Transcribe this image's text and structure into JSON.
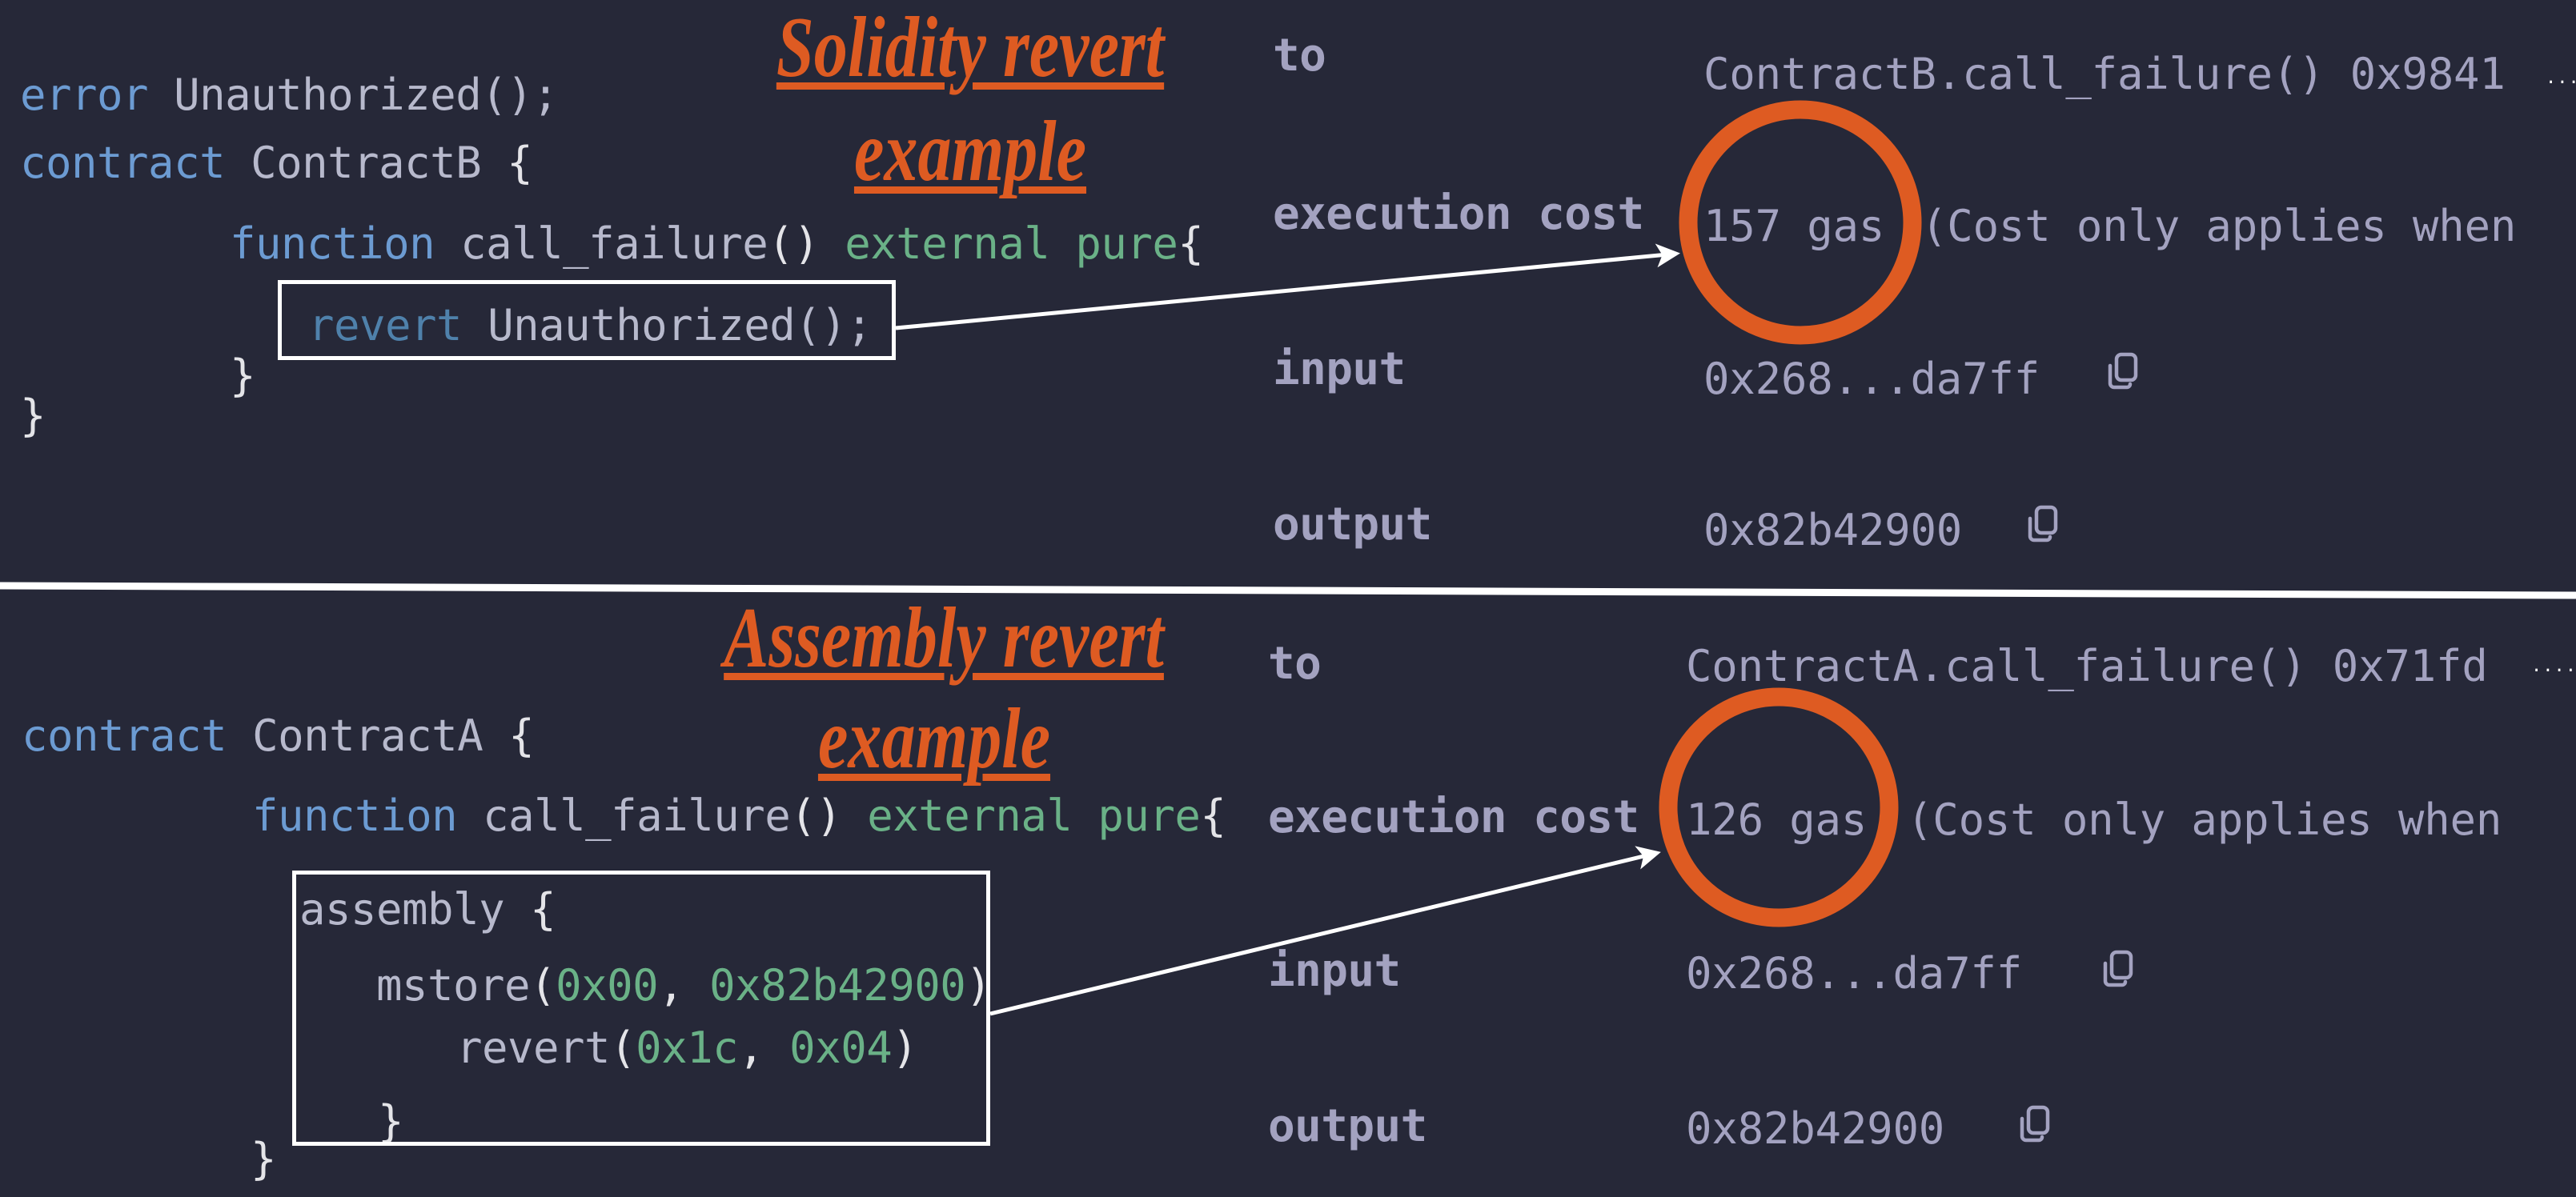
{
  "colors": {
    "background": "#262838",
    "accent_orange": "#DE5B22",
    "keyword_blue": "#6C9BD2",
    "modifier_green": "#6AB187",
    "label_gray": "#A3A2C0",
    "annotation_white": "#FFFFFF"
  },
  "top_panel": {
    "title_line1": "Solidity revert",
    "title_line2": "example",
    "code": {
      "line1": {
        "keyword": "error",
        "rest": " Unauthorized();"
      },
      "line2": {
        "keyword": "contract",
        "name": " ContractB ",
        "brace": "{"
      },
      "line3": {
        "keyword": "function",
        "name": " call_failure",
        "parens": "()",
        "modifiers": " external pure",
        "brace": "{"
      },
      "line4": {
        "keyword": "revert",
        "rest": " Unauthorized();"
      },
      "line5": {
        "brace": "}"
      },
      "line6": {
        "brace": "}"
      }
    },
    "details": {
      "to": {
        "label": "to",
        "value": "ContractB.call_failure() 0x9841"
      },
      "execution_cost": {
        "label": "execution cost",
        "value": "157 gas",
        "note": "(Cost only applies when"
      },
      "input": {
        "label": "input",
        "value": "0x268...da7ff"
      },
      "output": {
        "label": "output",
        "value": "0x82b42900"
      }
    },
    "highlight": "157 gas"
  },
  "bottom_panel": {
    "title_line1": "Assembly revert",
    "title_line2": "example",
    "code": {
      "line1": {
        "keyword": "contract",
        "name": " ContractA ",
        "brace": "{"
      },
      "line2": {
        "keyword": "function",
        "name": " call_failure",
        "parens": "()",
        "modifiers": " external pure",
        "brace": "{"
      },
      "line3": {
        "text": "assembly ",
        "brace": "{"
      },
      "line4": {
        "fn": "mstore",
        "open": "(",
        "arg1": "0x00",
        "sep": ", ",
        "arg2": "0x82b42900",
        "close": ")"
      },
      "line5": {
        "fn": "revert",
        "open": "(",
        "arg1": "0x1c",
        "sep": ", ",
        "arg2": "0x04",
        "close": ")"
      },
      "line6": {
        "brace": "}"
      },
      "line7": {
        "brace": "}"
      }
    },
    "details": {
      "to": {
        "label": "to",
        "value": "ContractA.call_failure() 0x71fd"
      },
      "execution_cost": {
        "label": "execution cost",
        "value": "126 gas",
        "note": "(Cost only applies when"
      },
      "input": {
        "label": "input",
        "value": "0x268...da7ff"
      },
      "output": {
        "label": "output",
        "value": "0x82b42900"
      }
    },
    "highlight": "126 gas"
  },
  "icons": {
    "copy": "copy-icon",
    "arrow": "arrow-icon",
    "highlight_circle": "highlight-circle"
  }
}
